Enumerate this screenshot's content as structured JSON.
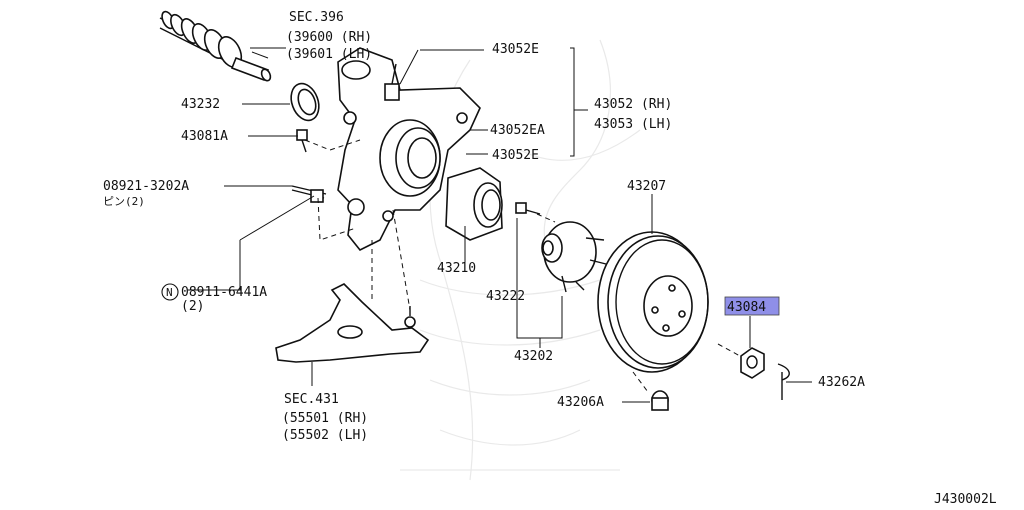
{
  "diagram": {
    "callouts": {
      "sec396": "SEC.396",
      "p39600": "(39600 (RH)",
      "p39601": "(39601 (LH)",
      "p43052E_top": "43052E",
      "p43232": "43232",
      "p43052_rh": "43052 (RH)",
      "p43053_lh": "43053 (LH)",
      "p43081A": "43081A",
      "p43052EA": "43052EA",
      "p43052E_mid": "43052E",
      "p08921": "08921-3202A",
      "pin": "ピン(2)",
      "p43207": "43207",
      "p43210": "43210",
      "n_symbol": "N",
      "p08911": "08911-6441A",
      "qty2": "(2)",
      "p43222": "43222",
      "p43084": "43084",
      "p43202": "43202",
      "p43262A": "43262A",
      "sec431": "SEC.431",
      "p55501": "(55501 (RH)",
      "p55502": "(55502 (LH)",
      "p43206A": "43206A",
      "diagram_code": "J430002L"
    },
    "highlight_color": "#8f8fe8"
  }
}
